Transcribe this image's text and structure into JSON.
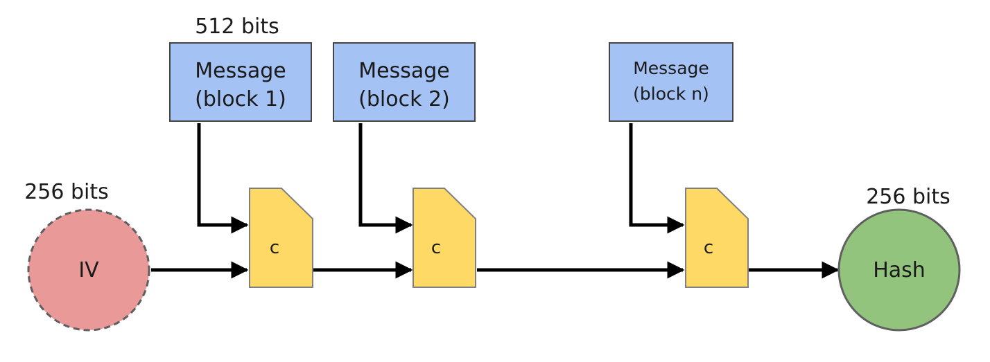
{
  "colors": {
    "message_fill": "#a4c2f4",
    "message_stroke": "#444444",
    "compress_fill": "#ffd966",
    "compress_stroke": "#7f7f7f",
    "iv_fill": "#ea9999",
    "iv_stroke": "#5f5f5f",
    "hash_fill": "#93c47d",
    "hash_stroke": "#5f5f5f",
    "arrow": "#000000"
  },
  "labels": {
    "block_size": "512 bits",
    "iv_size": "256 bits",
    "hash_size": "256 bits"
  },
  "messages": [
    {
      "line1": "Message",
      "line2": "(block 1)"
    },
    {
      "line1": "Message",
      "line2": "(block 2)"
    },
    {
      "line1": "Message",
      "line2": "(block n)"
    }
  ],
  "compress_label": "c",
  "iv_label": "IV",
  "hash_label": "Hash"
}
